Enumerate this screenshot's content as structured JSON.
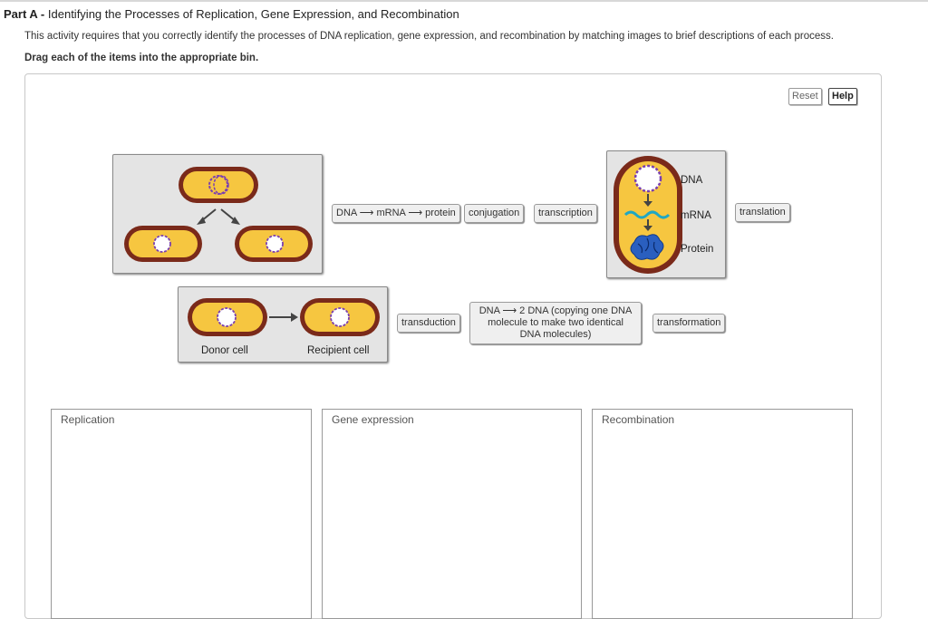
{
  "header": {
    "part_label": "Part A - ",
    "title": "Identifying the Processes of Replication, Gene Expression, and Recombination",
    "description": "This activity requires that you correctly identify the processes of DNA replication, gene expression, and recombination by matching images to brief descriptions of each process.",
    "instruction": "Drag each of the items into the appropriate bin."
  },
  "toolbar": {
    "reset_label": "Reset",
    "help_label": "Help"
  },
  "items": {
    "dna_mrna_protein": "DNA ⟶ mRNA ⟶ protein",
    "conjugation": "conjugation",
    "transcription": "transcription",
    "translation": "translation",
    "transduction": "transduction",
    "dna_copy": "DNA ⟶ 2 DNA (copying one DNA molecule to make two identical DNA molecules)",
    "transformation": "transformation"
  },
  "cards": {
    "gene_expression": {
      "dna_label": "DNA",
      "mrna_label": "mRNA",
      "protein_label": "Protein"
    },
    "conjugation": {
      "donor_label": "Donor cell",
      "recipient_label": "Recipient cell"
    }
  },
  "bins": [
    {
      "label": "Replication"
    },
    {
      "label": "Gene expression"
    },
    {
      "label": "Recombination"
    }
  ],
  "colors": {
    "cell_outer": "#7a2a1a",
    "cell_fill": "#f6c640",
    "dna": "#7a3fb0",
    "mrna": "#1fa7c4",
    "protein": "#2a5fbf",
    "arrow": "#444444"
  }
}
